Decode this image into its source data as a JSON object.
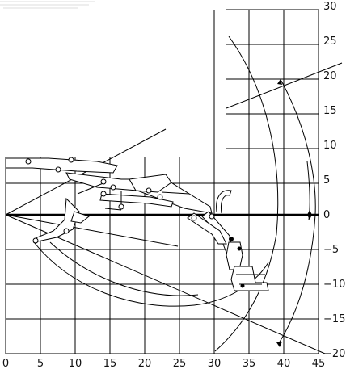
{
  "diagram": {
    "x_axis": {
      "ticks": [
        {
          "value": 0,
          "label": "0"
        },
        {
          "value": 5,
          "label": "5"
        },
        {
          "value": 10,
          "label": "10"
        },
        {
          "value": 15,
          "label": "15"
        },
        {
          "value": 20,
          "label": "20"
        },
        {
          "value": 25,
          "label": "25"
        },
        {
          "value": 30,
          "label": "30"
        },
        {
          "value": 35,
          "label": "35"
        },
        {
          "value": 40,
          "label": "40"
        },
        {
          "value": 45,
          "label": "45"
        }
      ]
    },
    "y_axis": {
      "ticks": [
        {
          "value": 30,
          "label": "30"
        },
        {
          "value": 25,
          "label": "25"
        },
        {
          "value": 20,
          "label": "20"
        },
        {
          "value": 15,
          "label": "15"
        },
        {
          "value": 10,
          "label": "10"
        },
        {
          "value": 5,
          "label": "5"
        },
        {
          "value": 0,
          "label": "0"
        },
        {
          "value": -5,
          "label": "−5"
        },
        {
          "value": -10,
          "label": "−10"
        },
        {
          "value": -15,
          "label": "−15"
        },
        {
          "value": -20,
          "label": "−20"
        }
      ]
    },
    "colors": {
      "ink": "#000000",
      "background": "#ffffff"
    }
  }
}
